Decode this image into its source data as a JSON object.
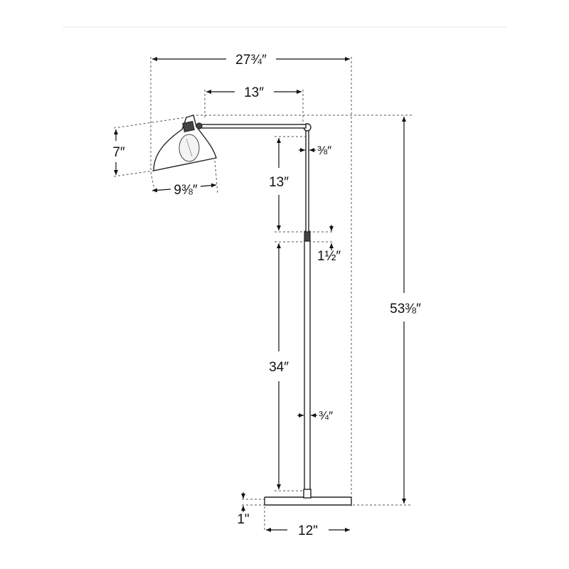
{
  "dimensions": {
    "overall_width": "27¾″",
    "arm_length": "13″",
    "shade_height": "7″",
    "shade_width": "9⅜″",
    "arm_drop": "13″",
    "arm_rod_diameter": "⅜″",
    "joint_height": "1½″",
    "stem_height": "34″",
    "stem_diameter": "¾″",
    "overall_height": "53⅜″",
    "base_height": "1\"",
    "base_width": "12\""
  }
}
